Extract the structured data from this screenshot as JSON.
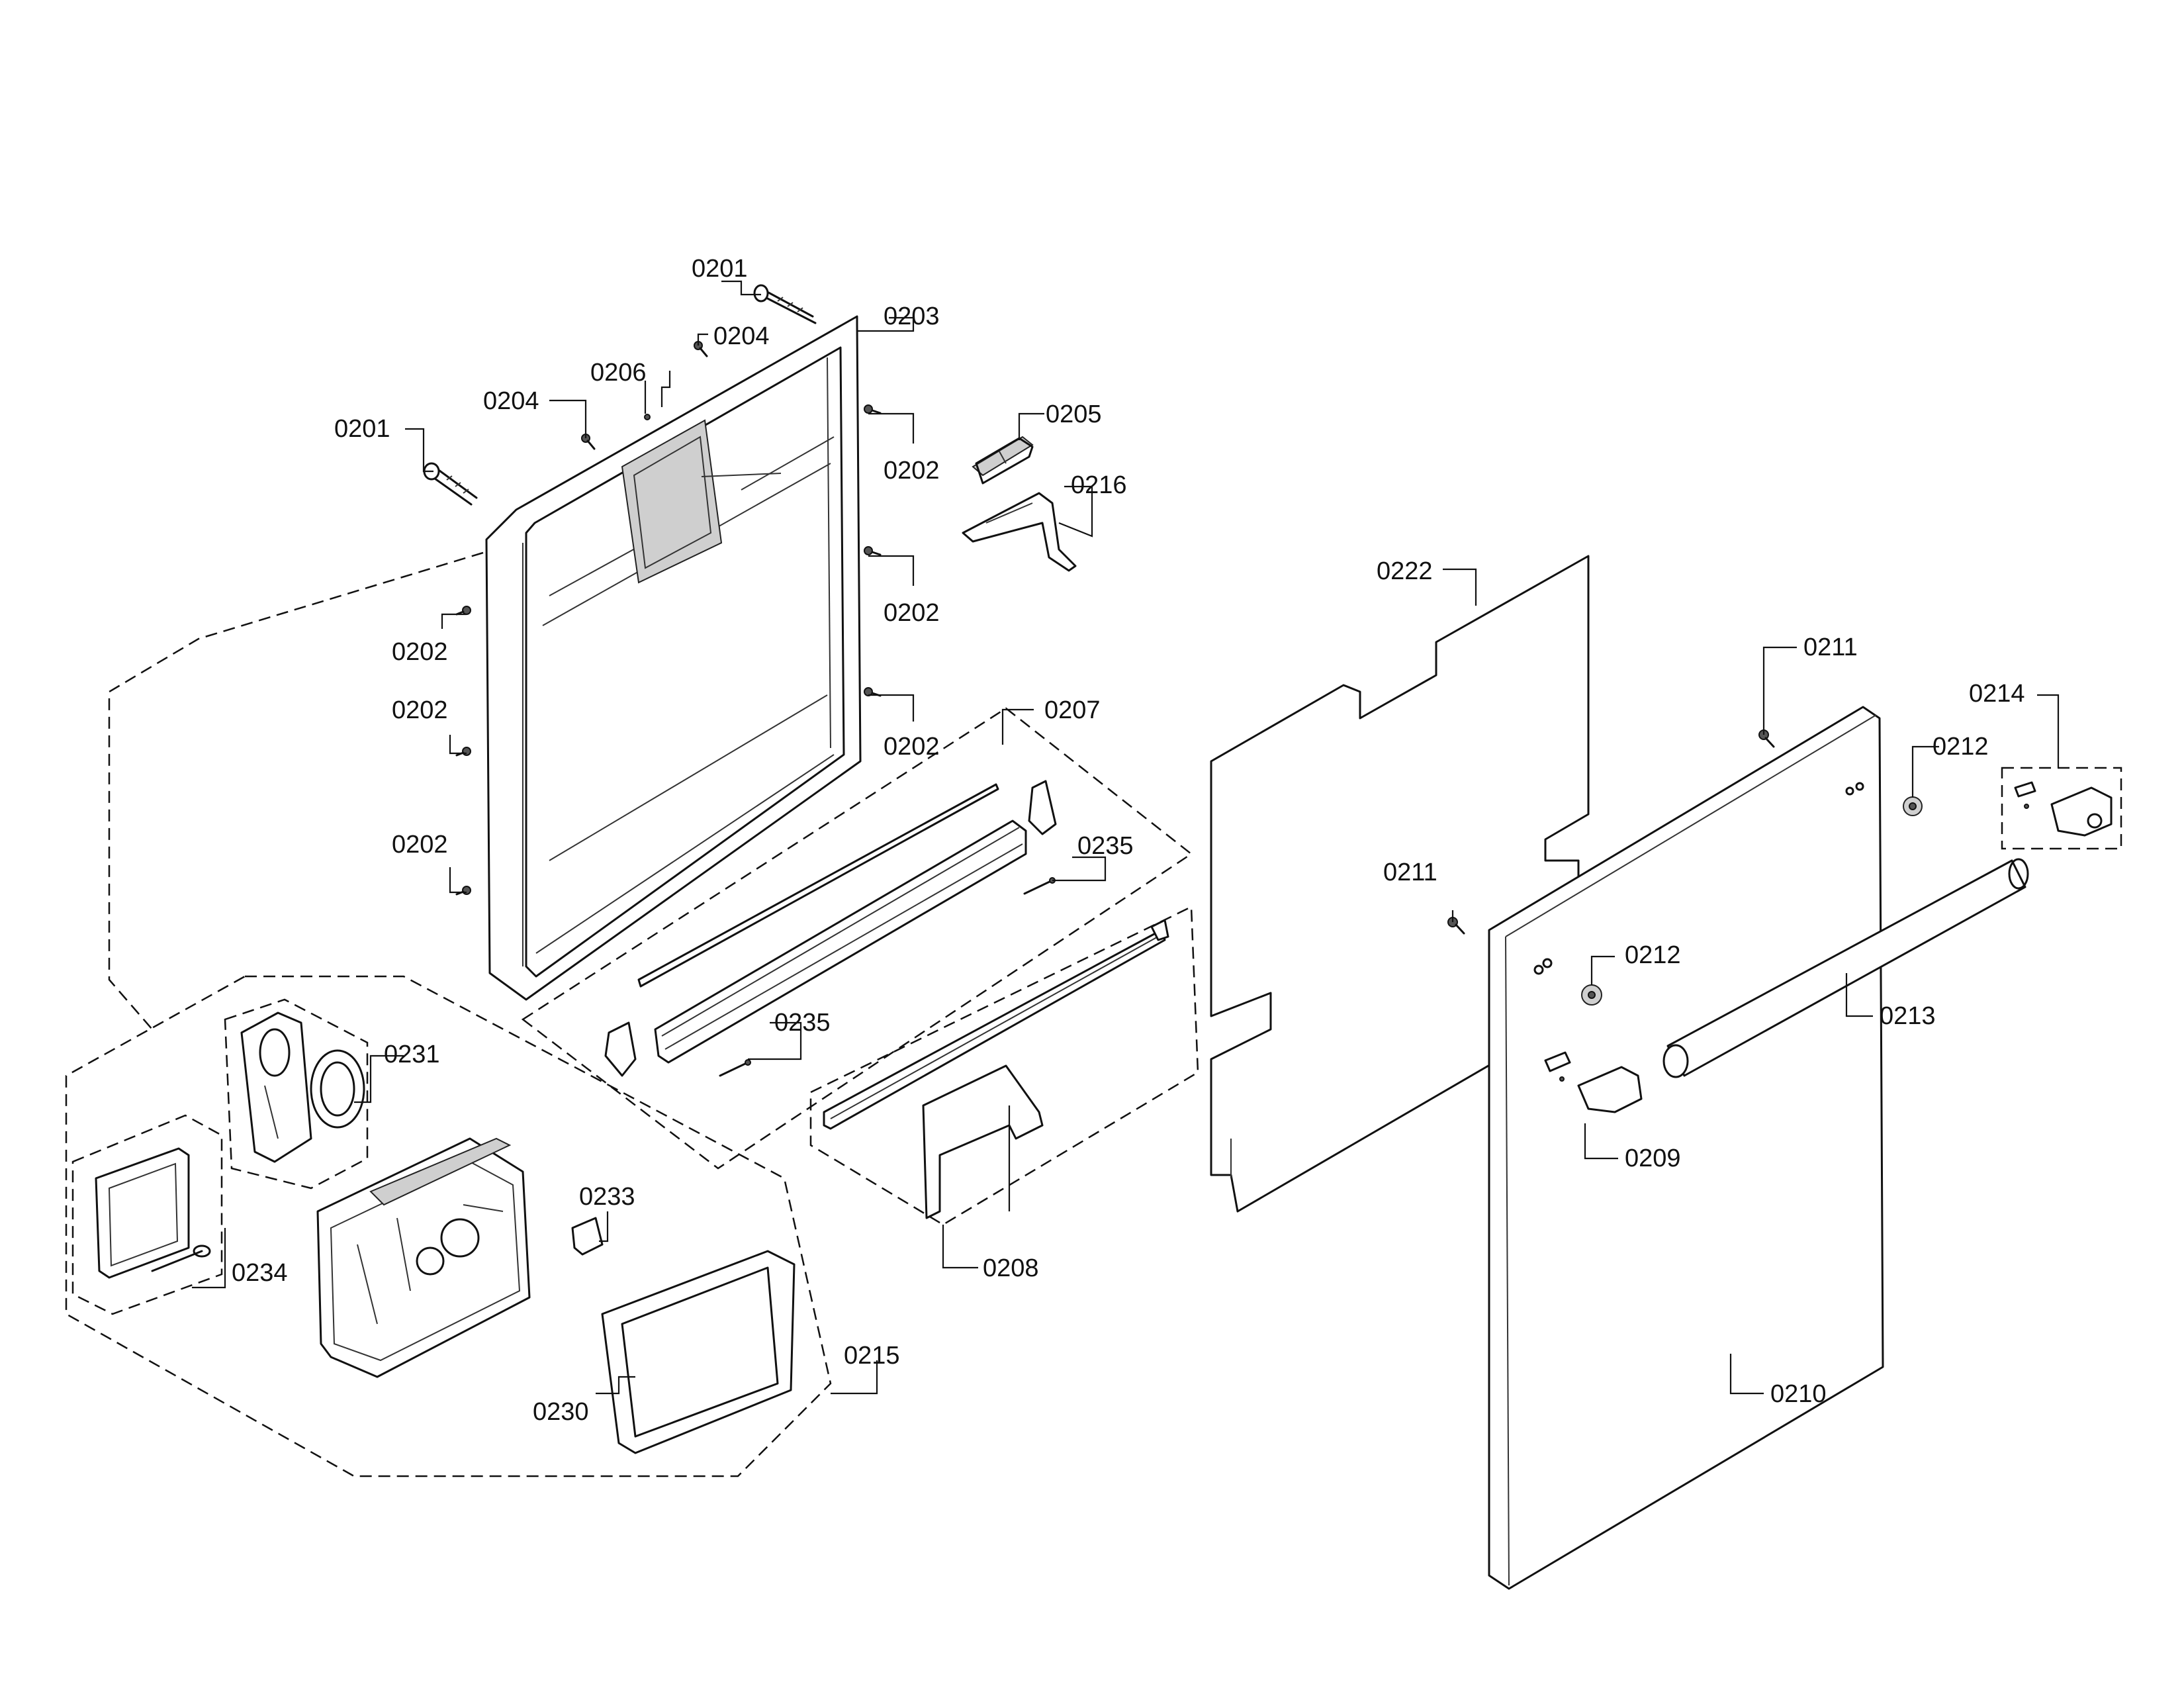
{
  "callouts": [
    {
      "id": "c0201a",
      "text": "0201"
    },
    {
      "id": "c0201b",
      "text": "0201"
    },
    {
      "id": "c0203",
      "text": "0203"
    },
    {
      "id": "c0204a",
      "text": "0204"
    },
    {
      "id": "c0204b",
      "text": "0204"
    },
    {
      "id": "c0206",
      "text": "0206"
    },
    {
      "id": "c0202a",
      "text": "0202"
    },
    {
      "id": "c0202b",
      "text": "0202"
    },
    {
      "id": "c0202c",
      "text": "0202"
    },
    {
      "id": "c0202d",
      "text": "0202"
    },
    {
      "id": "c0202e",
      "text": "0202"
    },
    {
      "id": "c0202f",
      "text": "0202"
    },
    {
      "id": "c0205",
      "text": "0205"
    },
    {
      "id": "c0216",
      "text": "0216"
    },
    {
      "id": "c0207",
      "text": "0207"
    },
    {
      "id": "c0235a",
      "text": "0235"
    },
    {
      "id": "c0235b",
      "text": "0235"
    },
    {
      "id": "c0208",
      "text": "0208"
    },
    {
      "id": "c0231",
      "text": "0231"
    },
    {
      "id": "c0234",
      "text": "0234"
    },
    {
      "id": "c0233",
      "text": "0233"
    },
    {
      "id": "c0230",
      "text": "0230"
    },
    {
      "id": "c0215",
      "text": "0215"
    },
    {
      "id": "c0222",
      "text": "0222"
    },
    {
      "id": "c0211a",
      "text": "0211"
    },
    {
      "id": "c0211b",
      "text": "0211"
    },
    {
      "id": "c0212a",
      "text": "0212"
    },
    {
      "id": "c0212b",
      "text": "0212"
    },
    {
      "id": "c0214",
      "text": "0214"
    },
    {
      "id": "c0213",
      "text": "0213"
    },
    {
      "id": "c0209",
      "text": "0209"
    },
    {
      "id": "c0210",
      "text": "0210"
    }
  ]
}
